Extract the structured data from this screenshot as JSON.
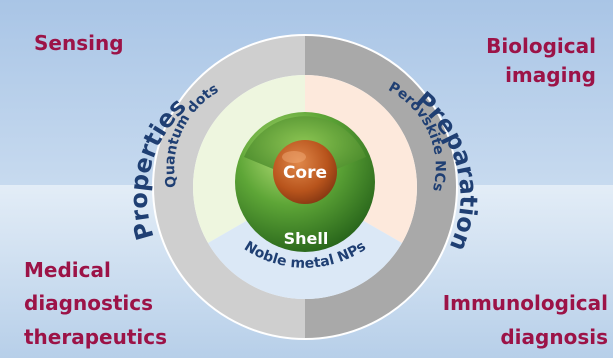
{
  "corners": {
    "top_left": "Sensing",
    "top_right_line1": "Biological",
    "top_right_line2": "imaging",
    "bottom_left_line1": "Medical",
    "bottom_left_line2": "diagnostics",
    "bottom_left_line3": "therapeutics",
    "bottom_right_line1": "Immunological",
    "bottom_right_line2": "diagnosis"
  },
  "outer_ring": {
    "left_label": "Properties",
    "right_label": "Preparation"
  },
  "materials": {
    "quantum_dots": "Quantum dots",
    "perovskite": "Perovskite NCs",
    "noble_metal": "Noble metal NPs"
  },
  "sphere": {
    "core": "Core",
    "shell": "Shell"
  },
  "colors": {
    "corner_text": "#9c1347",
    "ring_text": "#1f3f73",
    "core": "#b8541c",
    "shell": "#3f8f2a"
  }
}
